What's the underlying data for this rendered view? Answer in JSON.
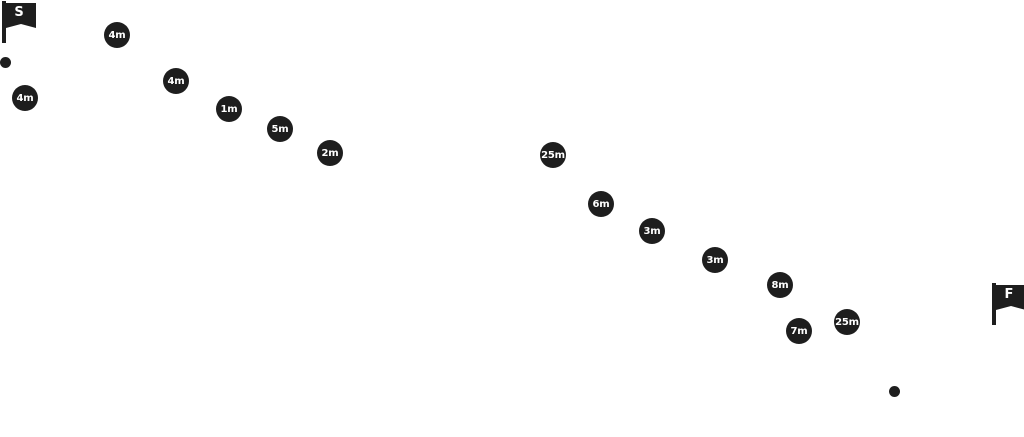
{
  "start_flag": {
    "label": "S"
  },
  "finish_flag": {
    "label": "F"
  },
  "markers": [
    {
      "label": "4m"
    },
    {
      "label": "4m"
    },
    {
      "label": "4m"
    },
    {
      "label": "1m"
    },
    {
      "label": "5m"
    },
    {
      "label": "2m"
    },
    {
      "label": "25m"
    },
    {
      "label": "6m"
    },
    {
      "label": "3m"
    },
    {
      "label": "3m"
    },
    {
      "label": "8m"
    },
    {
      "label": "25m"
    },
    {
      "label": "7m"
    }
  ]
}
